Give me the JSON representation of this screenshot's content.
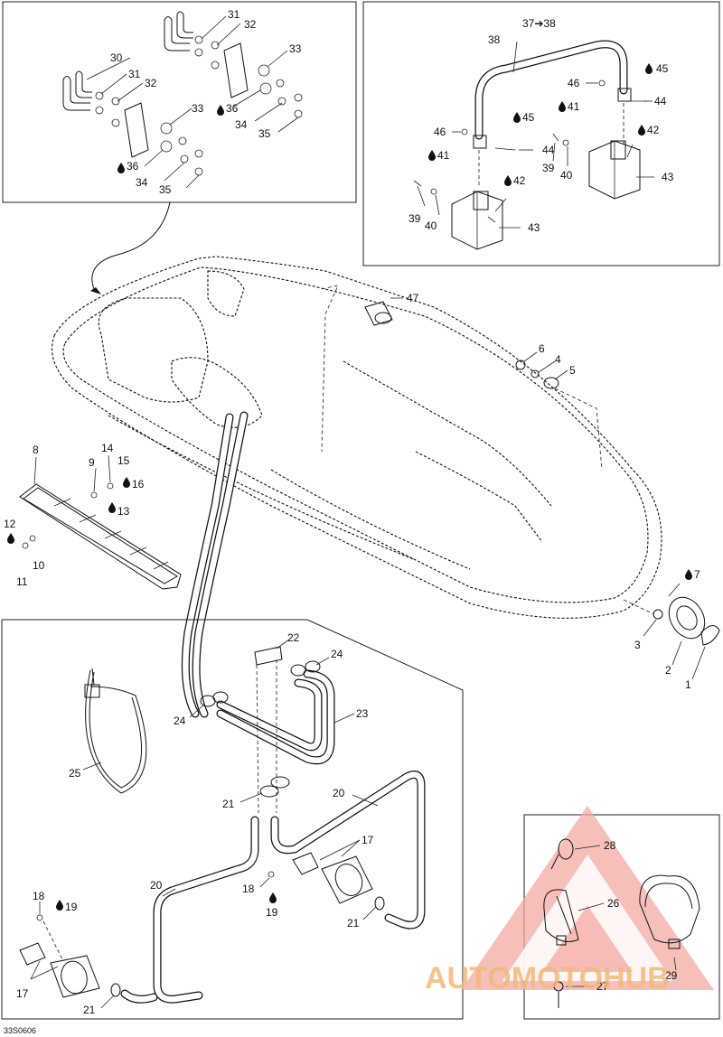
{
  "diagram": {
    "code": "33S0606",
    "watermark": "AUTOMOTOHUB",
    "labels": {
      "l1": "1",
      "l2": "2",
      "l3": "3",
      "l4": "4",
      "l5": "5",
      "l6": "6",
      "l7": "7",
      "l8": "8",
      "l9": "9",
      "l10": "10",
      "l11": "11",
      "l12": "12",
      "l13": "13",
      "l14": "14",
      "l15": "15",
      "l16": "16",
      "l17a": "17",
      "l17b": "17",
      "l18a": "18",
      "l18b": "18",
      "l19a": "19",
      "l19b": "19",
      "l20a": "20",
      "l20b": "20",
      "l21a": "21",
      "l21b": "21",
      "l21c": "21",
      "l22": "22",
      "l23": "23",
      "l24a": "24",
      "l24b": "24",
      "l25": "25",
      "l26": "26",
      "l27": "27",
      "l28": "28",
      "l29": "29",
      "l30": "30",
      "l31a": "31",
      "l31b": "31",
      "l32a": "32",
      "l32b": "32",
      "l33a": "33",
      "l33b": "33",
      "l34a": "34",
      "l34b": "34",
      "l35a": "35",
      "l35b": "35",
      "l36a": "36",
      "l36b": "36",
      "l3738": "37➔38",
      "l38": "38",
      "l39a": "39",
      "l39b": "39",
      "l40a": "40",
      "l40b": "40",
      "l41a": "41",
      "l41b": "41",
      "l42a": "42",
      "l42b": "42",
      "l43a": "43",
      "l43b": "43",
      "l44a": "44",
      "l44b": "44",
      "l45a": "45",
      "l45b": "45",
      "l46a": "46",
      "l46b": "46",
      "l47": "47"
    }
  }
}
